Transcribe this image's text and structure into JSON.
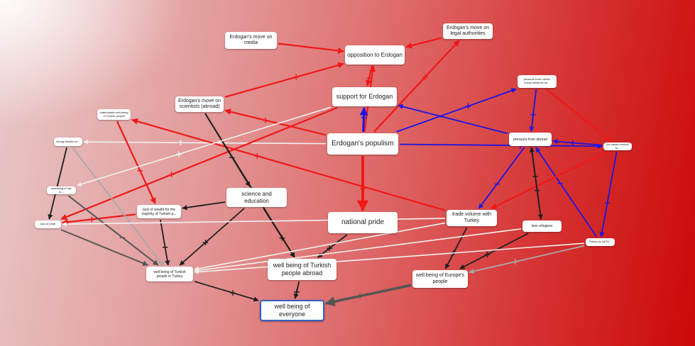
{
  "colors": {
    "red": "#f01818",
    "blue": "#1a14e6",
    "black": "#1e1e1e",
    "dark_gray": "#555555",
    "light_gray": "#a9a9a9",
    "white": "#f2f2f2",
    "selected_border": "#3561c4"
  },
  "nodes": [
    {
      "id": "media",
      "label": "Erdogan's move on media"
    },
    {
      "id": "opp",
      "label": "opposition to Erdogan"
    },
    {
      "id": "legal",
      "label": "Erdogan's move on legal authorities"
    },
    {
      "id": "support",
      "label": "support for Erdogan"
    },
    {
      "id": "sci_move",
      "label": "Erdogan's move on scientists (abroad)"
    },
    {
      "id": "materialistic",
      "label": "materialistic well being of Turkish people"
    },
    {
      "id": "strong_muslim",
      "label": "strong Muslim be..."
    },
    {
      "id": "populism",
      "label": "Erdogan's populism"
    },
    {
      "id": "pressure_media",
      "label": "pressure from media, social networks an..."
    },
    {
      "id": "pressure_abroad",
      "label": "pressure from abroad"
    },
    {
      "id": "not_valued",
      "label": "not valued ensure to..."
    },
    {
      "id": "spreading",
      "label": "spreading of nat. to..."
    },
    {
      "id": "sci_edu",
      "label": "science and education"
    },
    {
      "id": "lack_wealth",
      "label": "lack of wealth for the majority of Turkish p..."
    },
    {
      "id": "lack_pride",
      "label": "lack of pride"
    },
    {
      "id": "national_pride",
      "label": "national pride"
    },
    {
      "id": "trade",
      "label": "trade volume with Turkey"
    },
    {
      "id": "refugees",
      "label": "less refugees"
    },
    {
      "id": "nato",
      "label": "Turkey as NATO..."
    },
    {
      "id": "wb_turkey",
      "label": "well being of Turkish people in Turkey"
    },
    {
      "id": "wb_abroad",
      "label": "well being of Turkish people abroad"
    },
    {
      "id": "wb_europe",
      "label": "well being of Europe's people"
    },
    {
      "id": "wb_everyone",
      "label": "well being of everyone"
    }
  ],
  "edges": [
    {
      "from": "populism",
      "to": "opp",
      "color": "red",
      "sign": "+"
    },
    {
      "from": "media",
      "to": "opp",
      "color": "red",
      "sign": "−"
    },
    {
      "from": "legal",
      "to": "opp",
      "color": "red",
      "sign": "−"
    },
    {
      "from": "opp",
      "to": "support",
      "color": "red",
      "sign": "−"
    },
    {
      "from": "sci_move",
      "to": "opp",
      "color": "red",
      "sign": "+"
    },
    {
      "from": "populism",
      "to": "legal",
      "color": "red",
      "sign": "+"
    },
    {
      "from": "populism",
      "to": "support",
      "color": "blue",
      "sign": "+"
    },
    {
      "from": "populism",
      "to": "national_pride",
      "color": "red",
      "sign": "+"
    },
    {
      "from": "populism",
      "to": "sci_move",
      "color": "red",
      "sign": "+"
    },
    {
      "from": "populism",
      "to": "strong_muslim",
      "color": "white",
      "sign": "+"
    },
    {
      "from": "populism",
      "to": "pressure_media",
      "color": "blue",
      "sign": "+"
    },
    {
      "from": "pressure_abroad",
      "to": "support",
      "color": "blue",
      "sign": "−"
    },
    {
      "from": "trade",
      "to": "materialistic",
      "color": "red",
      "sign": "+"
    },
    {
      "from": "support",
      "to": "lack_pride",
      "color": "red",
      "sign": "+"
    },
    {
      "from": "sci_move",
      "to": "sci_edu",
      "color": "black",
      "sign": "−"
    },
    {
      "from": "materialistic",
      "to": "lack_wealth",
      "color": "red",
      "sign": "−"
    },
    {
      "from": "sci_edu",
      "to": "lack_wealth",
      "color": "black",
      "sign": "−"
    },
    {
      "from": "sci_edu",
      "to": "wb_abroad",
      "color": "black",
      "sign": "+"
    },
    {
      "from": "sci_edu",
      "to": "wb_turkey",
      "color": "black",
      "sign": "+"
    },
    {
      "from": "sci_move",
      "to": "wb_abroad",
      "color": "black",
      "sign": "+"
    },
    {
      "from": "lack_wealth",
      "to": "wb_turkey",
      "color": "black",
      "sign": "−"
    },
    {
      "from": "lack_wealth",
      "to": "lack_pride",
      "color": "red",
      "sign": "+"
    },
    {
      "from": "national_pride",
      "to": "wb_abroad",
      "color": "black",
      "sign": "+"
    },
    {
      "from": "trade",
      "to": "wb_europe",
      "color": "black",
      "sign": "+"
    },
    {
      "from": "refugees",
      "to": "wb_europe",
      "color": "black",
      "sign": "+"
    },
    {
      "from": "nato",
      "to": "wb_europe",
      "color": "light_gray",
      "sign": "+"
    },
    {
      "from": "pressure_media",
      "to": "pressure_abroad",
      "color": "blue",
      "sign": "+"
    },
    {
      "from": "not_valued",
      "to": "pressure_abroad",
      "color": "blue",
      "sign": "+"
    },
    {
      "from": "pressure_media",
      "to": "not_valued",
      "color": "red",
      "sign": "−"
    },
    {
      "from": "populism",
      "to": "not_valued",
      "color": "blue",
      "sign": "/"
    },
    {
      "from": "not_valued",
      "to": "nato",
      "color": "blue",
      "sign": "−"
    },
    {
      "from": "nato",
      "to": "pressure_abroad",
      "color": "blue",
      "sign": "−"
    },
    {
      "from": "pressure_abroad",
      "to": "trade",
      "color": "blue",
      "sign": "−"
    },
    {
      "from": "not_valued",
      "to": "trade",
      "color": "red",
      "sign": ""
    },
    {
      "from": "refugees",
      "to": "pressure_abroad",
      "color": "black",
      "sign": "−"
    },
    {
      "from": "pressure_abroad",
      "to": "refugees",
      "color": "black",
      "sign": "−"
    },
    {
      "from": "strong_muslim",
      "to": "lack_pride",
      "color": "black",
      "sign": ""
    },
    {
      "from": "strong_muslim",
      "to": "wb_turkey",
      "color": "light_gray",
      "sign": ""
    },
    {
      "from": "spreading",
      "to": "wb_turkey",
      "color": "dark_gray",
      "sign": "−"
    },
    {
      "from": "lack_pride",
      "to": "wb_turkey",
      "color": "dark_gray",
      "sign": ""
    },
    {
      "from": "support",
      "to": "spreading",
      "color": "white",
      "sign": "+"
    },
    {
      "from": "trade",
      "to": "lack_pride",
      "color": "white",
      "sign": ""
    },
    {
      "from": "trade",
      "to": "wb_turkey",
      "color": "white",
      "sign": ""
    },
    {
      "from": "refugees",
      "to": "wb_turkey",
      "color": "white",
      "sign": ""
    },
    {
      "from": "nato",
      "to": "wb_turkey",
      "color": "white",
      "sign": ""
    },
    {
      "from": "wb_turkey",
      "to": "wb_everyone",
      "color": "black",
      "sign": "+"
    },
    {
      "from": "wb_abroad",
      "to": "wb_everyone",
      "color": "black",
      "sign": "+"
    },
    {
      "from": "wb_europe",
      "to": "wb_everyone",
      "color": "dark_gray",
      "sign": "+"
    }
  ]
}
